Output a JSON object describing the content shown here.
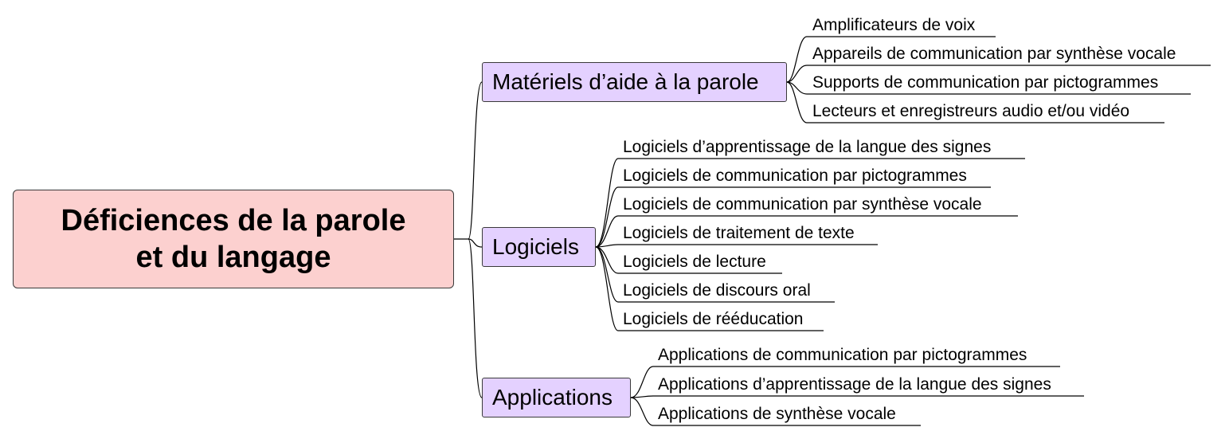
{
  "root": {
    "line1": "Déficiences de la parole",
    "line2": "et du langage"
  },
  "branches": [
    {
      "label": "Matériels d’aide à la parole",
      "items": [
        "Amplificateurs de voix",
        "Appareils de communication par synthèse vocale",
        "Supports de communication par pictogrammes",
        "Lecteurs et enregistreurs audio et/ou vidéo"
      ]
    },
    {
      "label": "Logiciels",
      "items": [
        "Logiciels d’apprentissage de la langue des signes",
        "Logiciels de communication par pictogrammes",
        "Logiciels de communication par synthèse vocale",
        "Logiciels de traitement de texte",
        "Logiciels de lecture",
        "Logiciels de discours oral",
        "Logiciels de rééducation"
      ]
    },
    {
      "label": "Applications",
      "items": [
        "Applications de communication par pictogrammes",
        "Applications d’apprentissage de la langue des signes",
        "Applications de synthèse vocale"
      ]
    }
  ],
  "colors": {
    "root_fill": "#fcd0cf",
    "branch_fill": "#e4d1ff",
    "line": "#000000"
  }
}
